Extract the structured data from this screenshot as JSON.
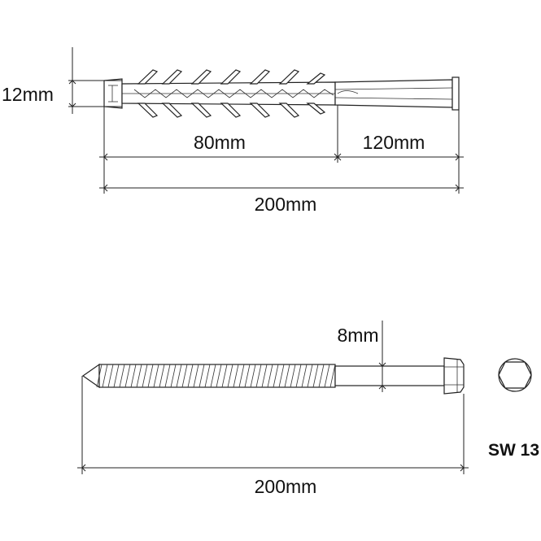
{
  "anchor": {
    "diameter_label": "12mm",
    "expansion_length_label": "80mm",
    "sleeve_length_label": "120mm",
    "total_length_label": "200mm"
  },
  "screw": {
    "diameter_label": "8mm",
    "total_length_label": "200mm",
    "wrench_size_label": "SW 13"
  }
}
